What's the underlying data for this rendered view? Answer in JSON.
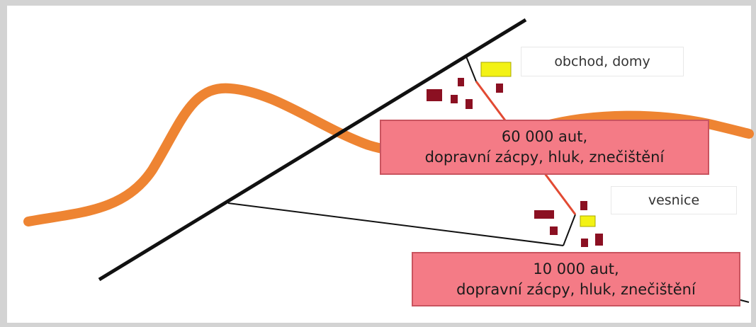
{
  "colors": {
    "river": "#ee8432",
    "main_road": "#111111",
    "connector_road": "#e24a33",
    "house": "#8b1022",
    "shop": "#f3f214",
    "callout_fill": "#f47b86"
  },
  "labels": {
    "town": "obchod, domy",
    "village": "vesnice"
  },
  "callouts": {
    "upper": {
      "line1": "60 000 aut,",
      "line2": "dopravní zácpy, hluk, znečištění"
    },
    "lower": {
      "line1": "10 000 aut,",
      "line2": "dopravní zácpy, hluk, znečištění"
    }
  }
}
